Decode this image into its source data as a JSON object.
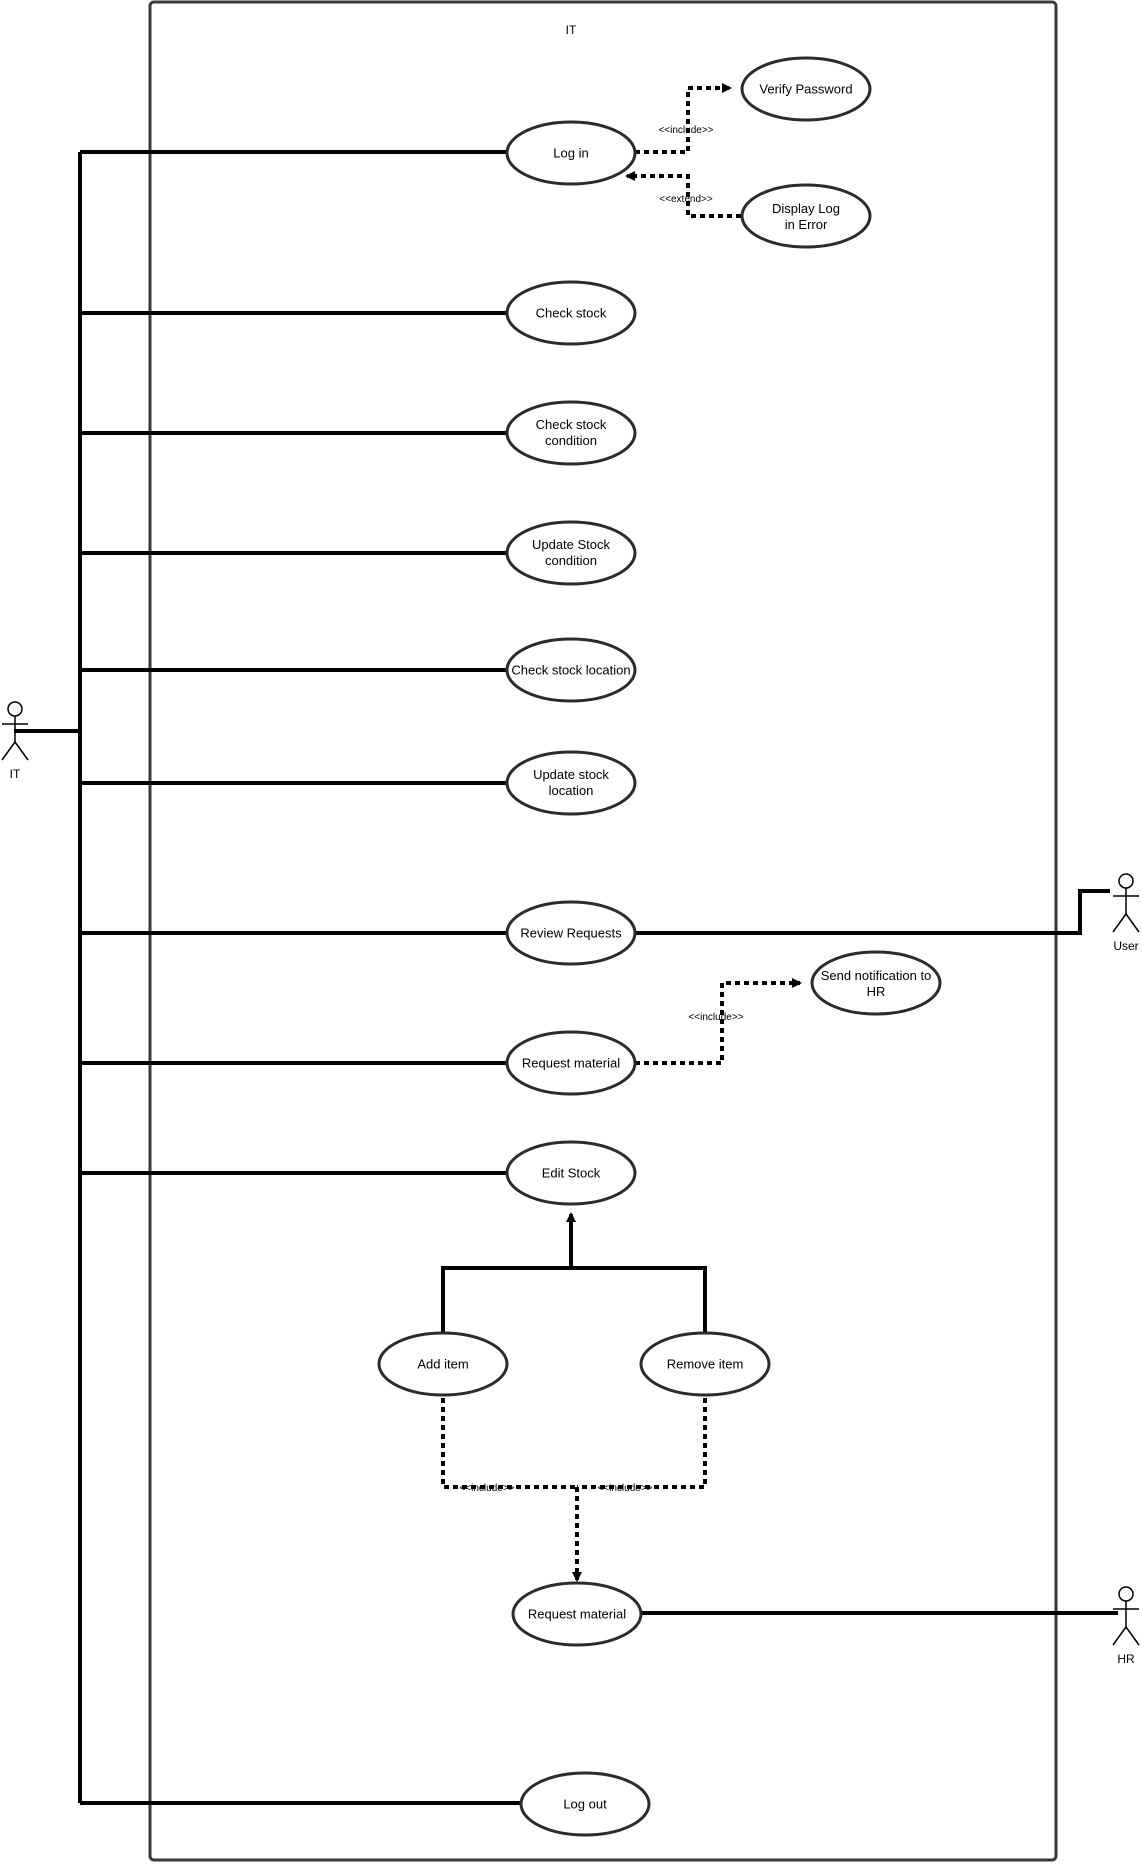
{
  "system": {
    "title": "IT"
  },
  "actors": {
    "it": "IT",
    "user": "User",
    "hr": "HR"
  },
  "use_cases": {
    "log_in": [
      "Log in"
    ],
    "verify_password": [
      "Verify Password"
    ],
    "display_error": [
      "Display Log",
      "in Error"
    ],
    "check_stock": [
      "Check stock"
    ],
    "check_condition": [
      "Check stock",
      "condition"
    ],
    "update_condition": [
      "Update Stock",
      "condition"
    ],
    "check_location": [
      "Check stock location"
    ],
    "update_location": [
      "Update stock",
      "location"
    ],
    "review_requests": [
      "Review Requests"
    ],
    "request_material": [
      "Request material"
    ],
    "send_notification": [
      "Send notification to",
      "HR"
    ],
    "edit_stock": [
      "Edit Stock"
    ],
    "add_item": [
      "Add item"
    ],
    "remove_item": [
      "Remove item"
    ],
    "request_material_hr": [
      "Request material"
    ],
    "log_out": [
      "Log out"
    ]
  },
  "stereotypes": {
    "include": "<<include>>",
    "extend": "<<extend>>"
  },
  "colors": {
    "line": "#000000",
    "ellipse_stroke": "#2b2b2b",
    "frame_stroke": "#3a3a3a"
  }
}
